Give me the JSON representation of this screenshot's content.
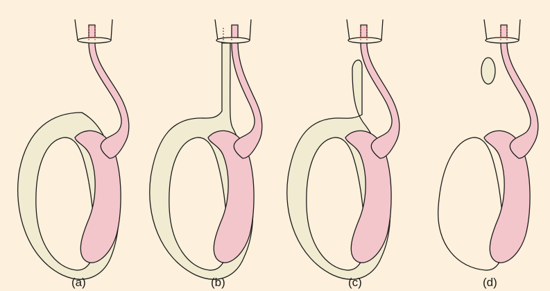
{
  "colors": {
    "background": "#fdf0dc",
    "outline": "#1a1a1a",
    "pink_tissue": "#f3c6cc",
    "cream_tissue": "#f0ebd1",
    "inner_void": "#fefaf2"
  },
  "panels": [
    {
      "id": "a",
      "label": "(a)"
    },
    {
      "id": "b",
      "label": "(b)"
    },
    {
      "id": "c",
      "label": "(c)"
    },
    {
      "id": "d",
      "label": "(d)"
    }
  ]
}
